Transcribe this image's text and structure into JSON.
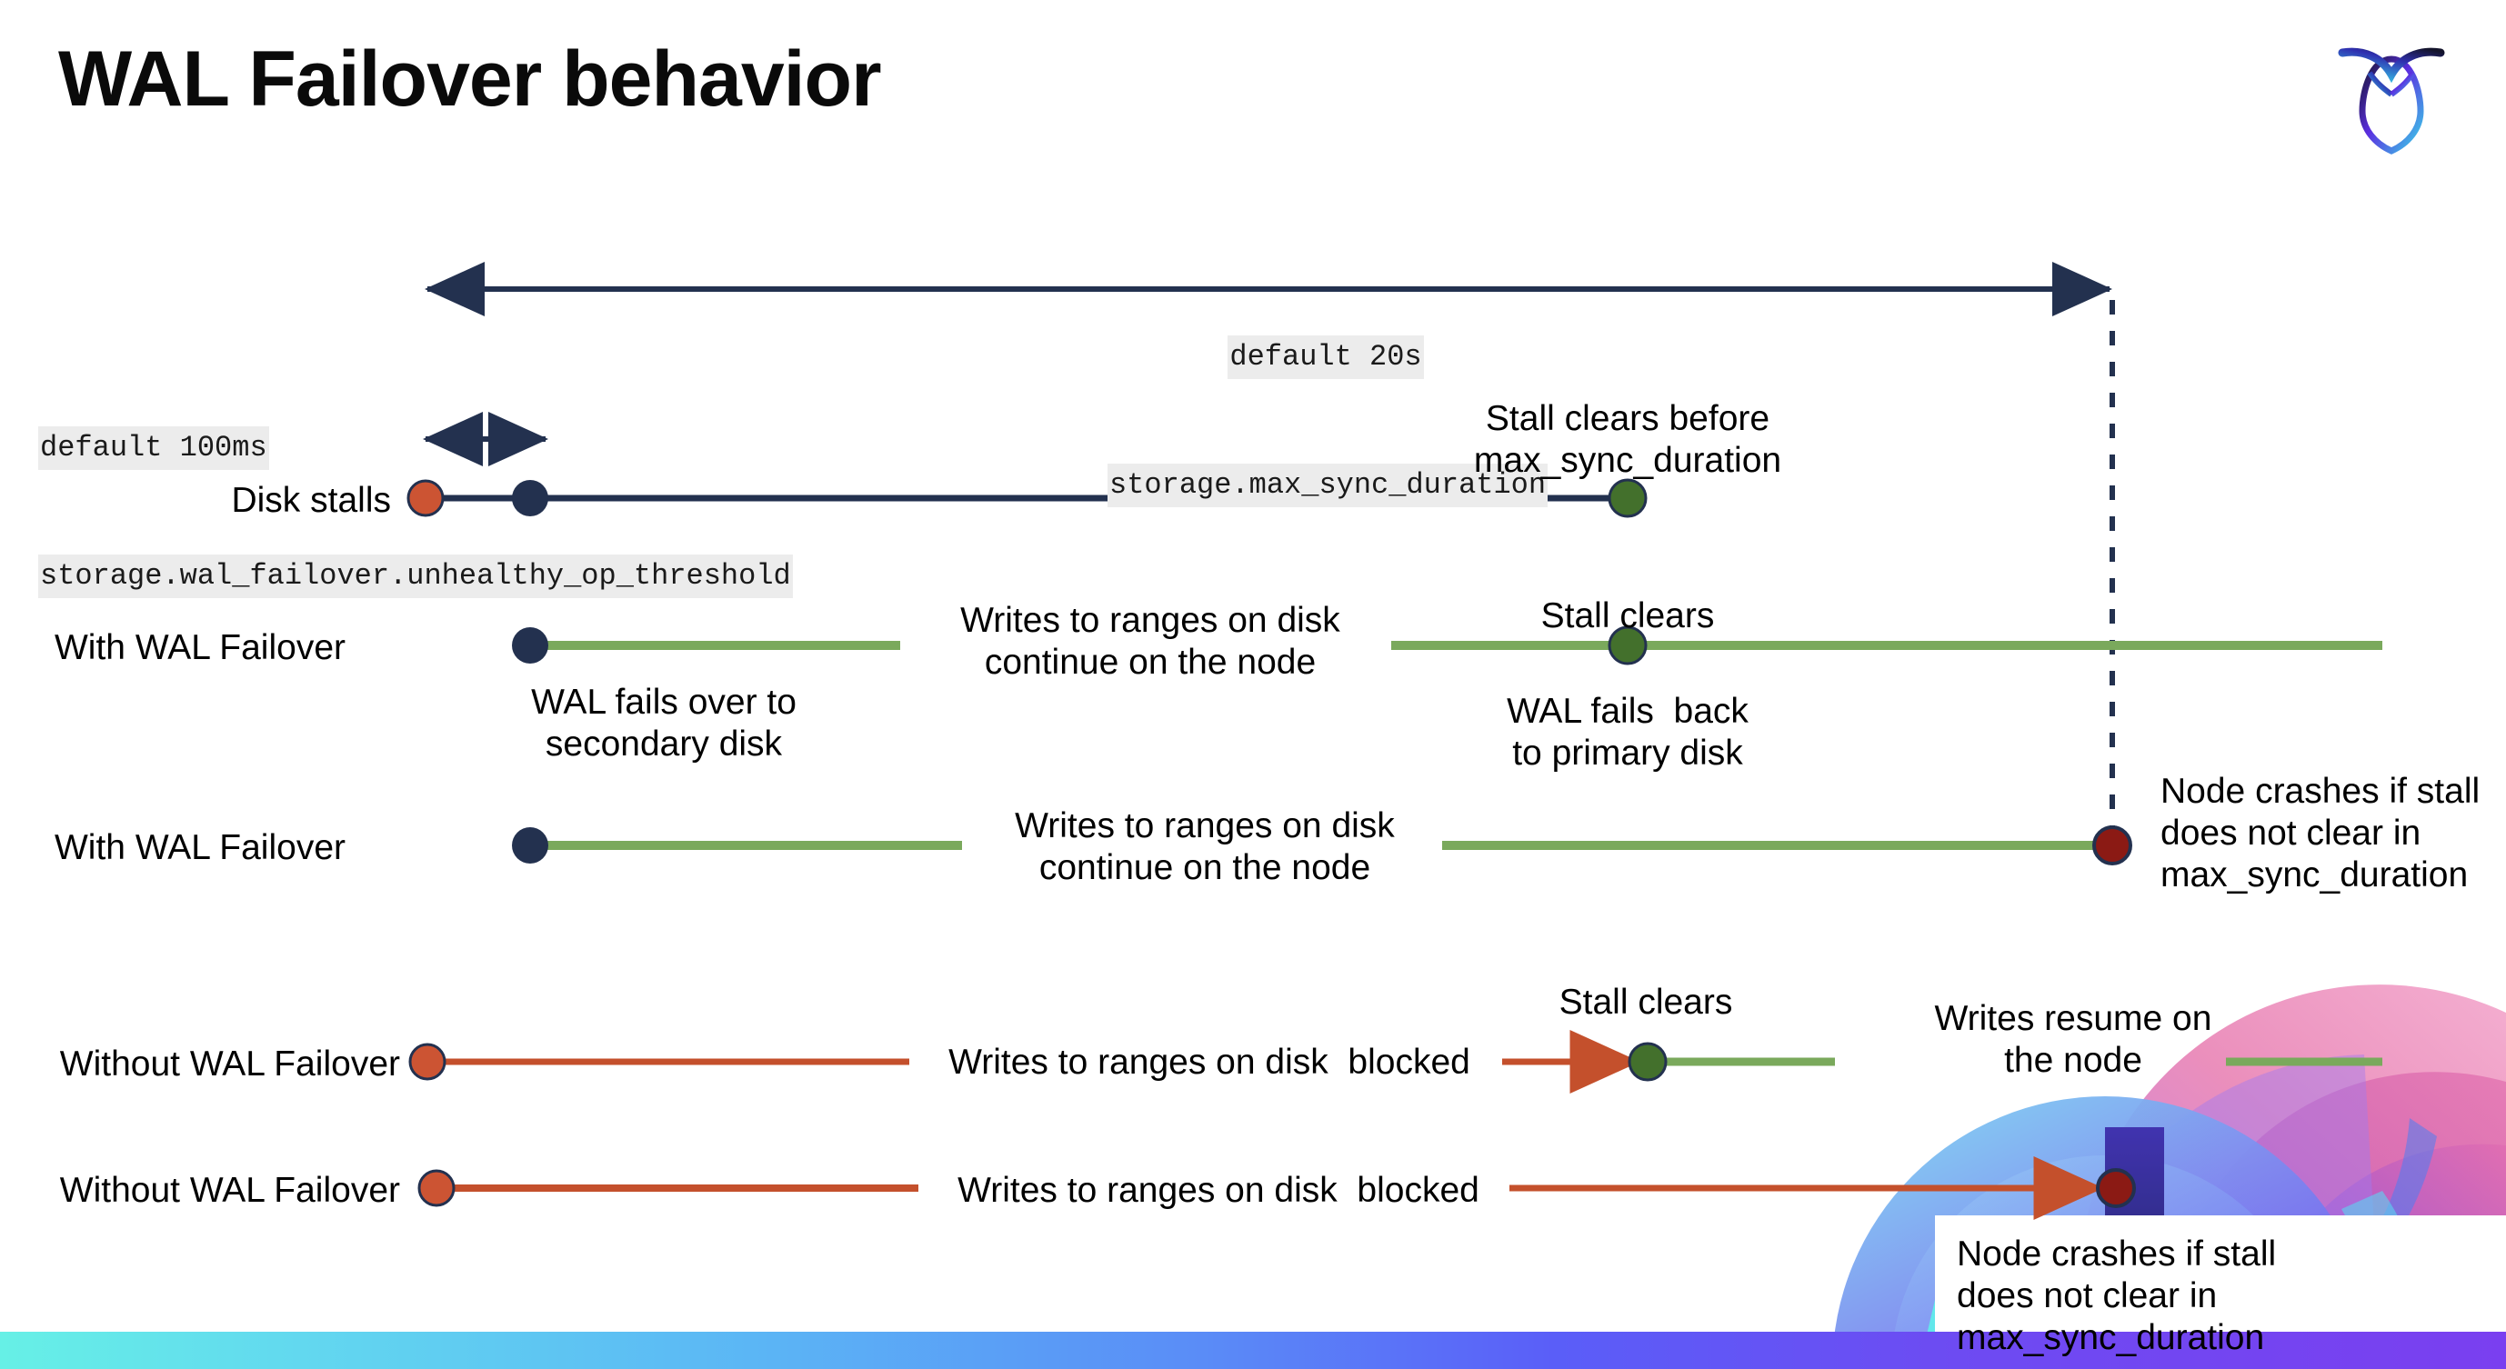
{
  "slide": {
    "title": "WAL Failover behavior",
    "logo_name": "cockroachdb-logo"
  },
  "settings": {
    "max_sync": {
      "line1": "default 20s",
      "line2": "storage.max_sync_duration"
    },
    "unhealthy": {
      "line1": "default 100ms",
      "line2": "storage.wal_failover.unhealthy_op_threshold"
    }
  },
  "rows": [
    {
      "label": "Disk stalls",
      "annotation_top": "Stall clears before\nmax_sync_duration"
    },
    {
      "label": "With WAL Failover",
      "note_mid": "Writes to ranges on disk\ncontinue on the node",
      "note_under_start": "WAL fails over to\nsecondary disk",
      "note_above_clear": "Stall clears",
      "note_under_clear": "WAL fails  back\nto primary disk"
    },
    {
      "label": "With WAL Failover",
      "note_mid": "Writes to ranges on disk\ncontinue on the node",
      "note_crash": "Node crashes if stall\ndoes not clear in\nmax_sync_duration"
    },
    {
      "label": "Without WAL Failover",
      "note_mid": "Writes to ranges on disk  blocked",
      "note_above_clear": "Stall clears",
      "note_resume": "Writes resume on\nthe node"
    },
    {
      "label": "Without WAL Failover",
      "note_mid": "Writes to ranges on disk  blocked",
      "note_crash": "Node crashes if stall\ndoes not clear in\nmax_sync_duration"
    }
  ],
  "colors": {
    "navy": "#23314f",
    "green_line": "#7aa95c",
    "green_dot": "#43702c",
    "red_line": "#c4502c",
    "red_dot": "#8b1a14",
    "orange_dot": "#cc5433",
    "code_bg": "#ececec"
  }
}
